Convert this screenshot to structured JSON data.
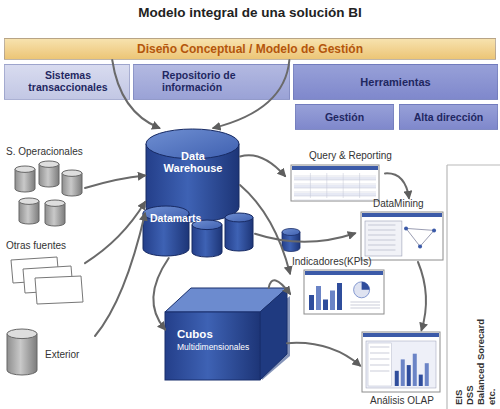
{
  "diagram": {
    "title": "Modelo integral de una solución BI",
    "nodes": [
      {
        "text": [
          "Diseño Conceptual / Modelo de Gestión"
        ]
      },
      {
        "text": [
          "Sistemas transaccionales"
        ]
      },
      {
        "text": [
          "Repositorio de información"
        ]
      },
      {
        "text": [
          "Herramientas"
        ]
      },
      {
        "text": [
          "Gestión"
        ]
      },
      {
        "text": [
          "Alta dirección"
        ]
      },
      {
        "text": [
          "S. Operacionales"
        ]
      },
      {
        "text": [
          "Data Warehouse"
        ]
      },
      {
        "text": [
          "Query & Reporting"
        ]
      },
      {
        "text": [
          "Datamarts"
        ]
      },
      {
        "text": [
          "DataMining"
        ]
      },
      {
        "text": [
          "Otras fuentes"
        ]
      },
      {
        "text": [
          "Indicadores(KPIs)"
        ]
      },
      {
        "text": [
          "Cubos",
          "Multidimensionales"
        ]
      },
      {
        "text": [
          "Exterior"
        ]
      },
      {
        "text": [
          "Análisis OLAP"
        ]
      }
    ],
    "edges": [
      {
        "from": 0,
        "to": 7,
        "arrow": "to"
      },
      {
        "from": 0,
        "to": 7,
        "arrow": "to"
      },
      {
        "from": 6,
        "to": 7,
        "arrow": "to"
      },
      {
        "from": 11,
        "to": 7,
        "arrow": "to"
      },
      {
        "from": 14,
        "to": 7,
        "arrow": "to"
      },
      {
        "from": 7,
        "to": 8,
        "arrow": "to"
      },
      {
        "from": 9,
        "to": 10,
        "arrow": "to"
      },
      {
        "from": 7,
        "to": 12,
        "arrow": "to"
      },
      {
        "from": 9,
        "to": 13,
        "arrow": "to"
      },
      {
        "from": 13,
        "to": 12,
        "arrow": "to"
      },
      {
        "from": 13,
        "to": 15,
        "arrow": "to"
      },
      {
        "from": 8,
        "to": 10,
        "arrow": "to"
      },
      {
        "from": 10,
        "to": 15,
        "arrow": "to"
      }
    ],
    "labels": [
      "EIS",
      "DSS",
      "Balanced Sorecard",
      "etc."
    ]
  }
}
